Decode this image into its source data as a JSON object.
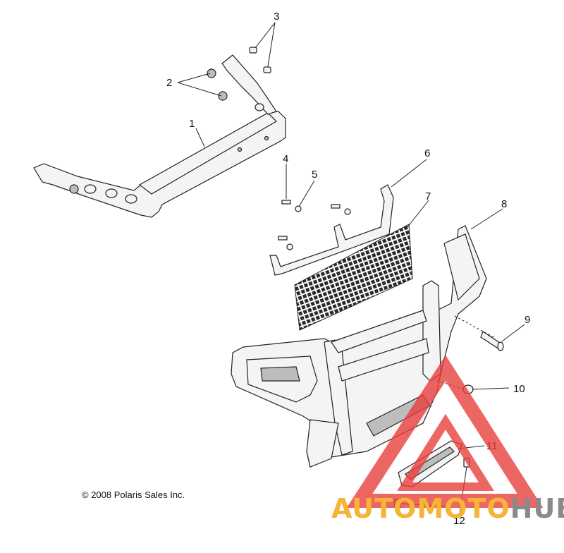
{
  "callouts": [
    "1",
    "2",
    "3",
    "4",
    "5",
    "6",
    "7",
    "8",
    "9",
    "10",
    "11",
    "12"
  ],
  "copyright": "© 2008 Polaris Sales Inc.",
  "watermark": {
    "part1": "AUTO",
    "part2": "MOTO",
    "part3": "HUB",
    "colors": {
      "orange": "#f6b334",
      "red": "#e8403e",
      "gray": "#8a8a8a"
    }
  }
}
